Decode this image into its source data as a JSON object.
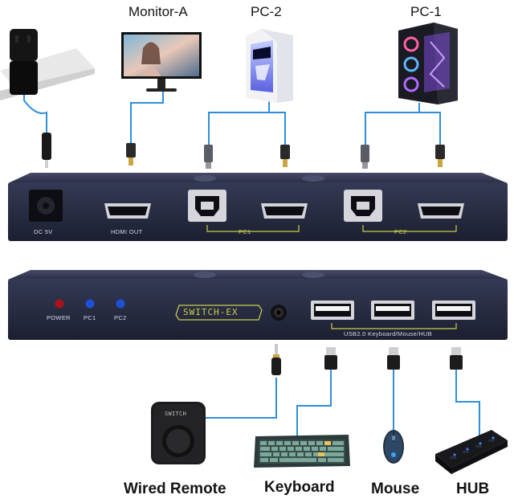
{
  "devices_top": {
    "monitor_label": "Monitor-A",
    "pc2_label": "PC-2",
    "pc1_label": "PC-1"
  },
  "rear_panel": {
    "dc_label": "DC 5V",
    "hdmi_out_label": "HDMI OUT",
    "pc1_group_label": "PC1",
    "pc2_group_label": "PC2"
  },
  "front_panel": {
    "led_power_label": "POWER",
    "led_pc1_label": "PC1",
    "led_pc2_label": "PC2",
    "brand_label": "SWITCH-EX",
    "usb_group_label": "USB2.0 Keyboard/Mouse/HUB"
  },
  "peripherals": {
    "remote_label": "Wired Remote",
    "remote_face_text": "SWITCH",
    "keyboard_label": "Keyboard",
    "mouse_label": "Mouse",
    "hub_label": "HUB"
  },
  "colors": {
    "cable": "#2f8fd6",
    "chassis": "#24283d",
    "accent": "#c9cf4a"
  }
}
